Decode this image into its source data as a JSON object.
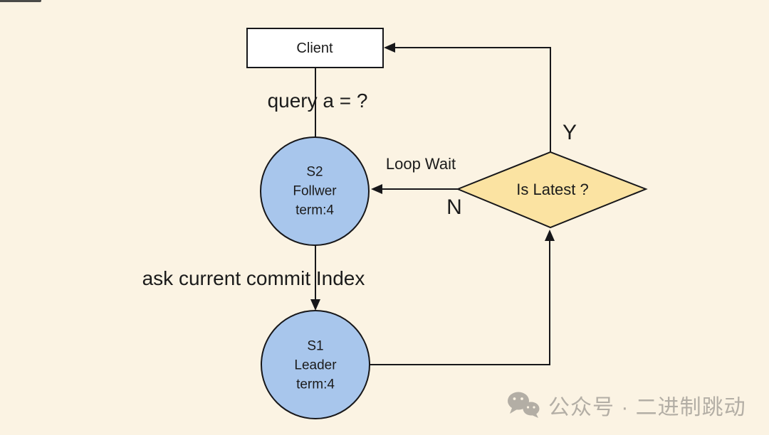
{
  "page": {
    "background": "#FBF3E3",
    "line_color": "#17171A",
    "window_fragment_color": "#4A4A48"
  },
  "nodes": {
    "client": {
      "label": "Client",
      "fill": "#FFFFFF"
    },
    "s2": {
      "lines": [
        "S2",
        "Follwer",
        "term:4"
      ],
      "fill": "#A8C6EC"
    },
    "s1": {
      "lines": [
        "S1",
        "Leader",
        "term:4"
      ],
      "fill": "#A8C6EC"
    },
    "decision": {
      "label": "Is Latest ?",
      "fill": "#FBE3A2"
    }
  },
  "labels": {
    "query": "query a = ?",
    "loop_wait": "Loop Wait",
    "no": "N",
    "yes": "Y",
    "ask": "ask current commit Index"
  },
  "watermark": {
    "icon": "wechat-icon",
    "text": "公众号 · 二进制跳动",
    "color": "#B3AEA5"
  }
}
